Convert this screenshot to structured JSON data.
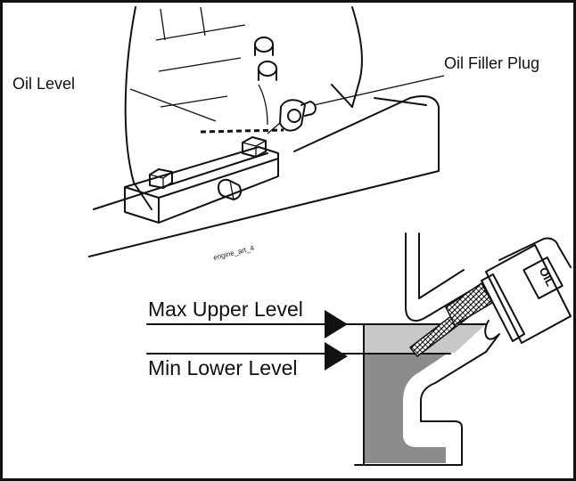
{
  "labels": {
    "oil_level": "Oil Level",
    "oil_filler_plug": "Oil Filler Plug",
    "max_upper_level": "Max Upper Level",
    "min_lower_level": "Min Lower Level",
    "art_id": "engine_art_4",
    "cap_text": "OIL"
  },
  "colors": {
    "line": "#111111",
    "oil_light": "#c8c8c8",
    "oil_dark": "#8c8c8c",
    "background": "#ffffff"
  }
}
